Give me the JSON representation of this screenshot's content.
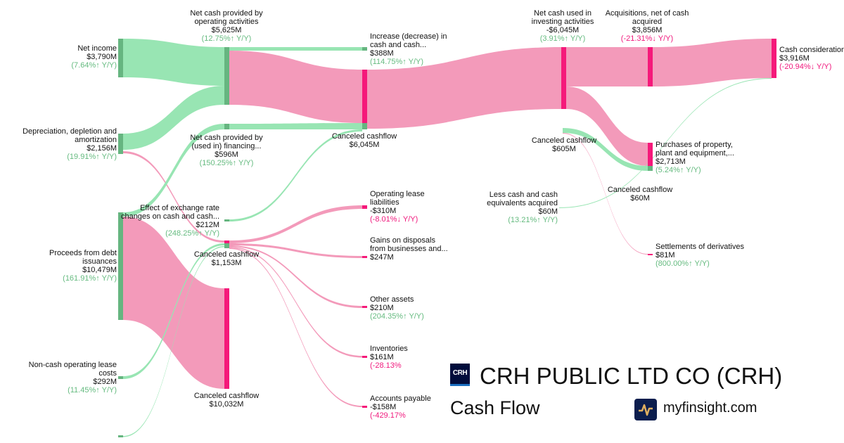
{
  "colors": {
    "link_green": "#98e5b3",
    "node_green": "#66b580",
    "link_pink": "#f39aba",
    "node_pink": "#f5197a",
    "text_up": "#66bb80",
    "text_down": "#f0197d"
  },
  "nodes": [
    {
      "id": "net_income",
      "lines": [
        "Net income"
      ],
      "value": "$3,790M",
      "yoy": "(7.64%↑ Y/Y)",
      "dir": "up"
    },
    {
      "id": "depreciation",
      "lines": [
        "Depreciation, depletion and",
        "amortization"
      ],
      "value": "$2,156M",
      "yoy": "(19.91%↑ Y/Y)",
      "dir": "up"
    },
    {
      "id": "proceeds_debt",
      "lines": [
        "Proceeds from debt",
        "issuances"
      ],
      "value": "$10,479M",
      "yoy": "(161.91%↑ Y/Y)",
      "dir": "up"
    },
    {
      "id": "noncash_lease",
      "lines": [
        "Non-cash operating lease",
        "costs"
      ],
      "value": "$292M",
      "yoy": "(11.45%↑ Y/Y)",
      "dir": "up"
    },
    {
      "id": "net_cash_operating",
      "lines": [
        "Net cash provided by",
        "operating activities"
      ],
      "value": "$5,625M",
      "yoy": "(12.75%↑ Y/Y)",
      "dir": "up"
    },
    {
      "id": "net_cash_financing",
      "lines": [
        "Net cash provided by",
        "(used in) financing..."
      ],
      "value": "$596M",
      "yoy": "(150.25%↑ Y/Y)",
      "dir": "up"
    },
    {
      "id": "effect_exchange",
      "lines": [
        "Effect of exchange rate",
        "changes on cash and cash..."
      ],
      "value": "$212M",
      "yoy": "(248.25%↑ Y/Y)",
      "dir": "up"
    },
    {
      "id": "canceled_1153",
      "lines": [
        "Canceled cashflow"
      ],
      "value": "$1,153M",
      "yoy": "",
      "dir": ""
    },
    {
      "id": "canceled_10032",
      "lines": [
        "Canceled cashflow"
      ],
      "value": "$10,032M",
      "yoy": "",
      "dir": ""
    },
    {
      "id": "increase_cash",
      "lines": [
        "Increase (decrease) in",
        "cash and cash..."
      ],
      "value": "$388M",
      "yoy": "(114.75%↑ Y/Y)",
      "dir": "up"
    },
    {
      "id": "canceled_6045",
      "lines": [
        "Canceled cashflow"
      ],
      "value": "$6,045M",
      "yoy": "",
      "dir": ""
    },
    {
      "id": "operating_lease_liab",
      "lines": [
        "Operating lease",
        "liabilities"
      ],
      "value": "-$310M",
      "yoy": "(-8.01%↓ Y/Y)",
      "dir": "down"
    },
    {
      "id": "gains_disposals",
      "lines": [
        "Gains on disposals",
        "from businesses and..."
      ],
      "value": "$247M",
      "yoy": "",
      "dir": ""
    },
    {
      "id": "other_assets",
      "lines": [
        "Other assets"
      ],
      "value": "$210M",
      "yoy": "(204.35%↑ Y/Y)",
      "dir": "up"
    },
    {
      "id": "inventories",
      "lines": [
        "Inventories"
      ],
      "value": "$161M",
      "yoy": "(-28.13%",
      "dir": "down"
    },
    {
      "id": "accounts_payable",
      "lines": [
        "Accounts payable"
      ],
      "value": "-$158M",
      "yoy": "(-429.17%",
      "dir": "down"
    },
    {
      "id": "net_cash_investing",
      "lines": [
        "Net cash used in",
        "investing activities"
      ],
      "value": "-$6,045M",
      "yoy": "(3.91%↑ Y/Y)",
      "dir": "up"
    },
    {
      "id": "canceled_605",
      "lines": [
        "Canceled cashflow"
      ],
      "value": "$605M",
      "yoy": "",
      "dir": ""
    },
    {
      "id": "less_cash_acquired",
      "lines": [
        "Less cash and cash",
        "equivalents acquired"
      ],
      "value": "$60M",
      "yoy": "(13.21%↑ Y/Y)",
      "dir": "up"
    },
    {
      "id": "acquisitions",
      "lines": [
        "Acquisitions, net of cash",
        "acquired"
      ],
      "value": "$3,856M",
      "yoy": "(-21.31%↓ Y/Y)",
      "dir": "down"
    },
    {
      "id": "purchases_ppe",
      "lines": [
        "Purchases of property,",
        "plant and equipment,..."
      ],
      "value": "$2,713M",
      "yoy": "(5.24%↑ Y/Y)",
      "dir": "up"
    },
    {
      "id": "canceled_60",
      "lines": [
        "Canceled cashflow"
      ],
      "value": "$60M",
      "yoy": "",
      "dir": ""
    },
    {
      "id": "settlements_derivatives",
      "lines": [
        "Settlements of derivatives"
      ],
      "value": "$81M",
      "yoy": "(800.00%↑ Y/Y)",
      "dir": "up"
    },
    {
      "id": "cash_consideration",
      "lines": [
        "Cash consideration"
      ],
      "value": "$3,916M",
      "yoy": "(-20.94%↓ Y/Y)",
      "dir": "down"
    }
  ],
  "brand": {
    "company": "CRH PUBLIC LTD CO (CRH)",
    "logo_text": "CRH",
    "report": "Cash Flow",
    "site": "myfinsight.com"
  }
}
